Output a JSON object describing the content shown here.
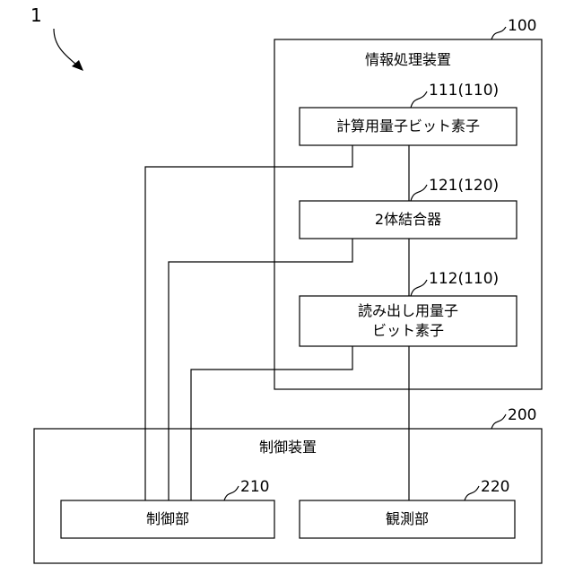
{
  "figure_number": "1",
  "devices": {
    "info_processing": {
      "ref": "100",
      "title": "情報処理装置"
    },
    "control": {
      "ref": "200",
      "title": "制御装置"
    }
  },
  "elements": {
    "compute_qubit": {
      "ref": "111(110)",
      "label": "計算用量子ビット素子"
    },
    "coupler": {
      "ref": "121(120)",
      "label": "2体結合器"
    },
    "readout_qubit": {
      "ref": "112(110)",
      "label_line1": "読み出し用量子",
      "label_line2": "ビット素子"
    },
    "control_unit": {
      "ref": "210",
      "label": "制御部"
    },
    "observation_unit": {
      "ref": "220",
      "label": "観測部"
    }
  }
}
